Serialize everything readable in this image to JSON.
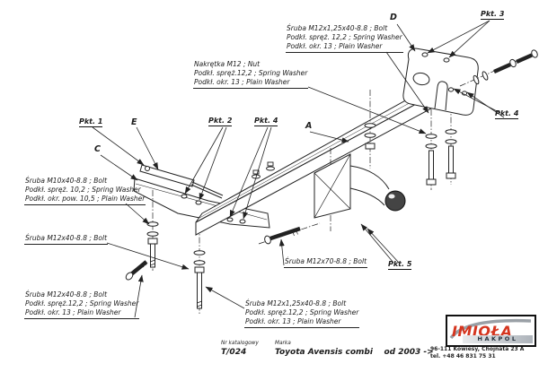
{
  "colors": {
    "line": "#222222",
    "accent_red": "#d5351f",
    "ball_fill": "#444444"
  },
  "callouts": {
    "bolt_m12_125_top": {
      "l1": "Śruba M12x1,25x40-8.8 ;  Bolt",
      "l2": "Podkł. spręż. 12,2 ;  Spring Washer",
      "l3": "Podkł. okr. 13 ;  Plain Washer"
    },
    "nut_m12": {
      "l1": "Nakrętka  M12 ;  Nut",
      "l2": "Podkł. spręż.12,2 ;  Spring Washer",
      "l3": "Podkł. okr. 13 ;  Plain Washer"
    },
    "bolt_m10": {
      "l1": "Śruba M10x40-8.8 ;  Bolt",
      "l2": "Podkł. spręż. 10,2 ;  Spring Washer",
      "l3": "Podkł. okr. pow. 10,5 ;  Plain Washer"
    },
    "bolt_m12x40": {
      "l1": "Śruba M12x40-8.8 ;  Bolt"
    },
    "bolt_m12x40_full": {
      "l1": "Śruba M12x40-8.8 ;  Bolt",
      "l2": "Podkł. spręż.12,2 ;  Spring Washer",
      "l3": "Podkł. okr. 13 ;  Plain Washer"
    },
    "bolt_m12x70": {
      "l1": "Śruba M12x70-8.8 ;  Bolt"
    },
    "bolt_m12_125_bottom": {
      "l1": "Śruba M12x1,25x40-8.8 ;  Bolt",
      "l2": "Podkł. spręż.12,2 ;  Spring Washer",
      "l3": "Podkł. okr. 13 ;  Plain Washer"
    }
  },
  "points": {
    "pkt1": {
      "text": "Pkt. 1"
    },
    "e": {
      "text": "E"
    },
    "pkt2_left": {
      "text": "Pkt. 2"
    },
    "pkt4_left": {
      "text": "Pkt. 4"
    },
    "a": {
      "text": "A"
    },
    "c": {
      "text": "C"
    },
    "d": {
      "text": "D"
    },
    "pkt3": {
      "text": "Pkt. 3"
    },
    "pkt4_right": {
      "text": "Pkt. 4"
    },
    "pkt5": {
      "text": "Pkt. 5"
    }
  },
  "footer": {
    "catalog_label": "Nr katalogowy",
    "catalog_number": "T/024",
    "brand_label": "Marka",
    "vehicle": "Toyota Avensis combi",
    "years": "od 2003 ->",
    "address_city": "96-111 Kowiesy,  Chojnata 23 A",
    "address_phone": "tel. +48 46 831 75 31"
  },
  "logo": {
    "name": "IMIOŁA",
    "sub": "HAKPOL"
  }
}
